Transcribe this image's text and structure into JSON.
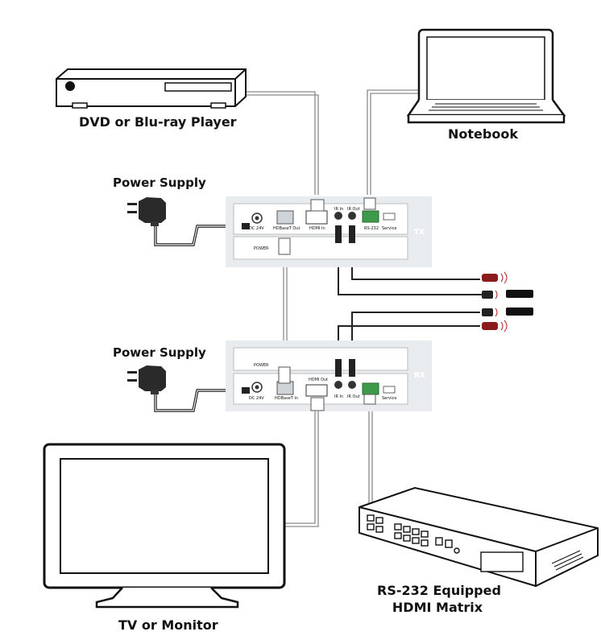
{
  "labels": {
    "dvd": "DVD or Blu-ray Player",
    "notebook": "Notebook",
    "power_supply_top": "Power Supply",
    "power_supply_bottom": "Power Supply",
    "tv": "TV or Monitor",
    "matrix_line1": "RS-232 Equipped",
    "matrix_line2": "HDMI Matrix"
  },
  "tx": {
    "tag": "TX",
    "ports": {
      "dc": "DC 24V",
      "hdbaset": "HDBaseT Out",
      "hdmi": "HDMI In",
      "ir_in": "IR In",
      "ir_out": "IR Out",
      "rs232": "RS-232",
      "service": "Service",
      "power": "POWER"
    }
  },
  "rx": {
    "tag": "RX",
    "ports": {
      "power": "POWER",
      "hdmi": "HDMI Out",
      "dc": "DC 24V",
      "hdbaset": "HDBaseT In",
      "ir_in": "IR In",
      "ir_out": "IR Out",
      "service": "Service"
    }
  },
  "colors": {
    "box_fill": "#e9ecef",
    "panel_fill": "#ffffff",
    "line": "#222222",
    "cable": "#999999",
    "ir_red": "#8b1a1a",
    "green_terminal": "#3c9a4a"
  }
}
